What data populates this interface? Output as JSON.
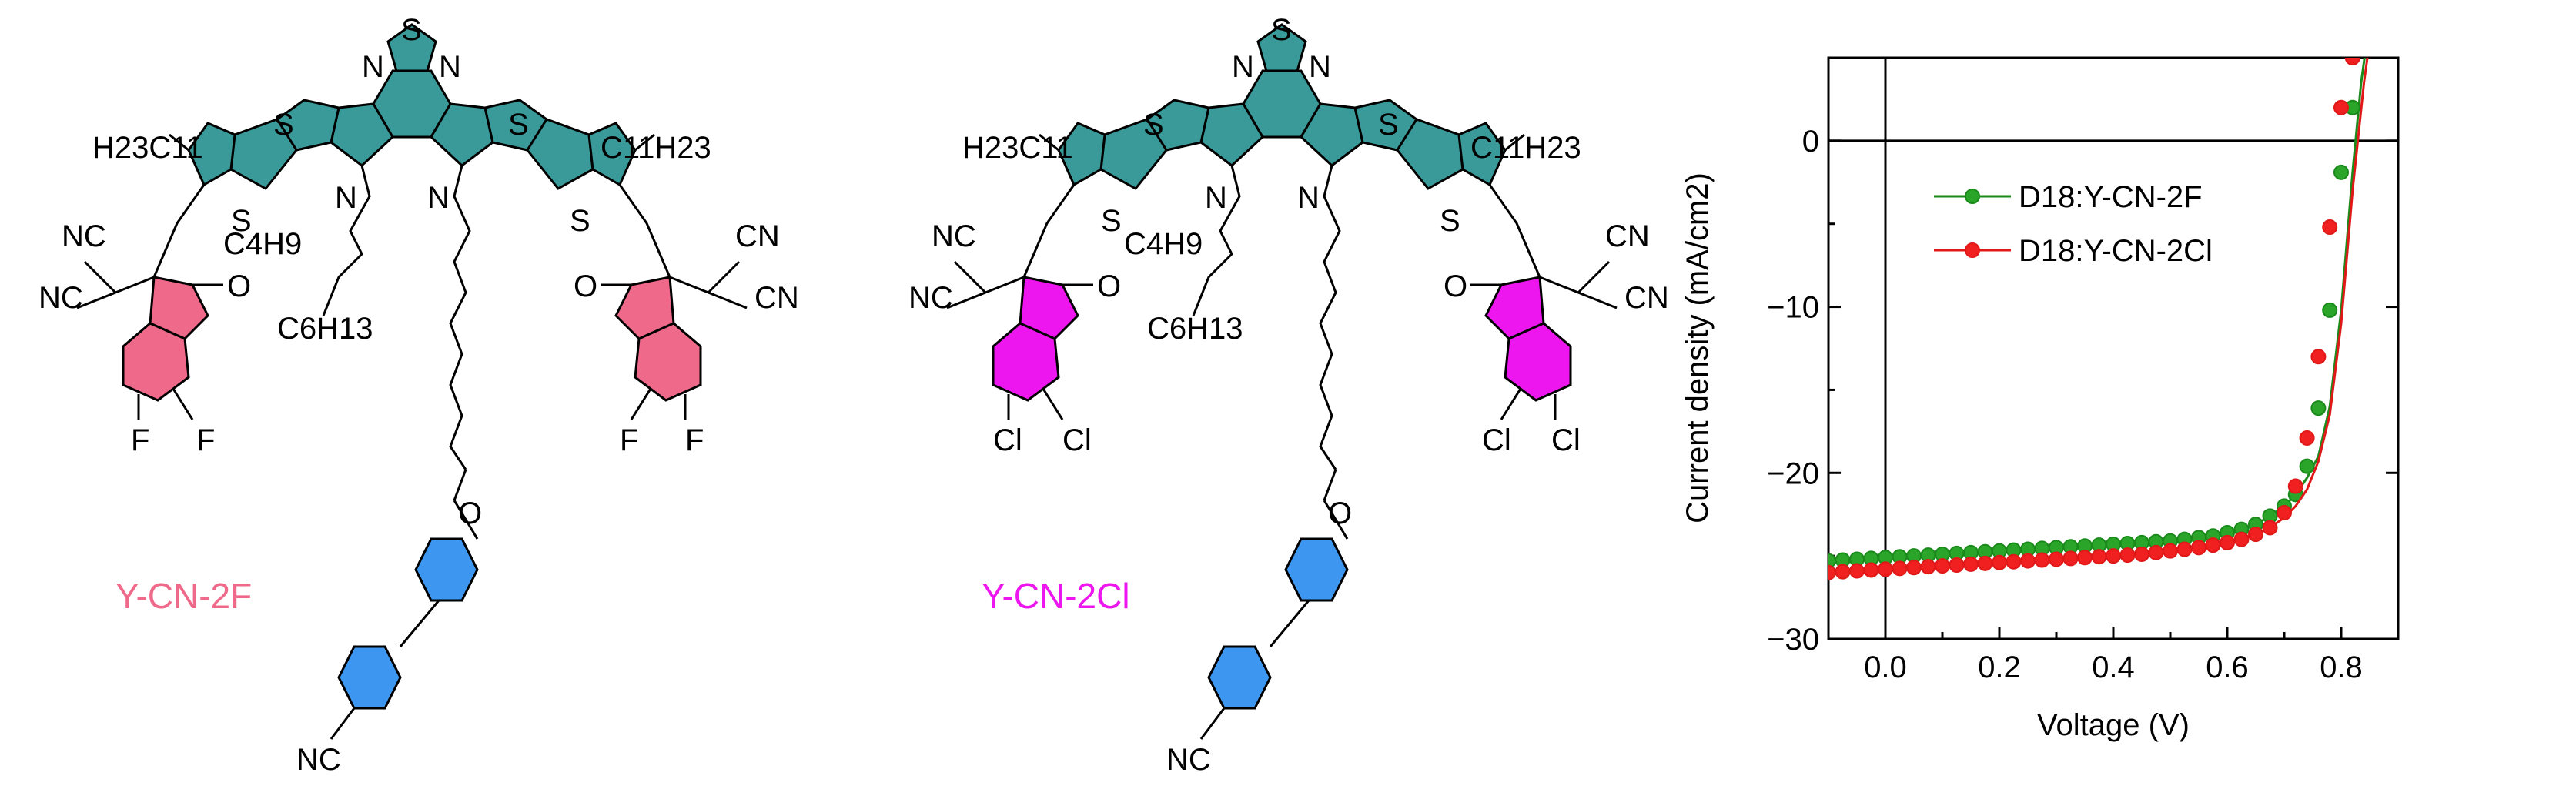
{
  "molecules": {
    "left": {
      "name": "Y-CN-2F",
      "name_color": "#ef6a8a",
      "end_group_color": "#ef6a8a",
      "core_color": "#3a9a99",
      "phenyl_color": "#3d96f0",
      "labels": {
        "s_top": "S",
        "n_top_left": "N",
        "n_top_right": "N",
        "s_left_upper": "S",
        "s_left_lower": "S",
        "s_right_upper": "S",
        "s_right_lower": "S",
        "n_left": "N",
        "n_right": "N",
        "alkyl_left": "H23C11",
        "alkyl_right": "C11H23",
        "branch_c4": "C4H9",
        "branch_c6": "C6H13",
        "nc_left_1": "NC",
        "nc_left_2": "NC",
        "cn_right_1": "CN",
        "cn_right_2": "CN",
        "o_left": "O",
        "o_right": "O",
        "o_chain": "O",
        "hal_left_1": "F",
        "hal_left_2": "F",
        "hal_right_1": "F",
        "hal_right_2": "F",
        "nc_bottom": "NC"
      }
    },
    "right": {
      "name": "Y-CN-2Cl",
      "name_color": "#ee16ee",
      "end_group_color": "#ee16ee",
      "core_color": "#3a9a99",
      "phenyl_color": "#3d96f0",
      "labels": {
        "s_top": "S",
        "n_top_left": "N",
        "n_top_right": "N",
        "s_left_upper": "S",
        "s_left_lower": "S",
        "s_right_upper": "S",
        "s_right_lower": "S",
        "n_left": "N",
        "n_right": "N",
        "alkyl_left": "H23C11",
        "alkyl_right": "C11H23",
        "branch_c4": "C4H9",
        "branch_c6": "C6H13",
        "nc_left_1": "NC",
        "nc_left_2": "NC",
        "cn_right_1": "CN",
        "cn_right_2": "CN",
        "o_left": "O",
        "o_right": "O",
        "o_chain": "O",
        "hal_left_1": "Cl",
        "hal_left_2": "Cl",
        "hal_right_1": "Cl",
        "hal_right_2": "Cl",
        "nc_bottom": "NC"
      }
    }
  },
  "chart_data": {
    "type": "line",
    "xlabel": "Voltage (V)",
    "ylabel": "Current density (mA/cm2)",
    "xlim": [
      -0.1,
      0.9
    ],
    "ylim": [
      -30,
      5
    ],
    "xticks": [
      0.0,
      0.2,
      0.4,
      0.6,
      0.8
    ],
    "xtick_labels": [
      "0.0",
      "0.2",
      "0.4",
      "0.6",
      "0.8"
    ],
    "yticks": [
      -30,
      -20,
      -10,
      0
    ],
    "ytick_labels": [
      "−30",
      "−20",
      "−10",
      "0"
    ],
    "reference_lines": {
      "x": 0,
      "y": 0
    },
    "legend_position": "upper-left",
    "series": [
      {
        "name": "D18:Y-CN-2F",
        "color": "#1a8a1a",
        "marker_fill": "#2aa52a",
        "x": [
          -0.1,
          -0.075,
          -0.05,
          -0.025,
          0.0,
          0.025,
          0.05,
          0.075,
          0.1,
          0.125,
          0.15,
          0.175,
          0.2,
          0.225,
          0.25,
          0.275,
          0.3,
          0.325,
          0.35,
          0.375,
          0.4,
          0.425,
          0.45,
          0.475,
          0.5,
          0.525,
          0.55,
          0.575,
          0.6,
          0.625,
          0.65,
          0.675,
          0.7,
          0.72,
          0.74,
          0.76,
          0.78,
          0.8,
          0.82,
          0.835,
          0.845
        ],
        "y": [
          -25.3,
          -25.25,
          -25.2,
          -25.15,
          -25.1,
          -25.05,
          -25.0,
          -24.95,
          -24.9,
          -24.85,
          -24.8,
          -24.75,
          -24.7,
          -24.65,
          -24.6,
          -24.55,
          -24.5,
          -24.45,
          -24.4,
          -24.35,
          -24.3,
          -24.25,
          -24.2,
          -24.15,
          -24.1,
          -24.0,
          -23.9,
          -23.8,
          -23.6,
          -23.4,
          -23.1,
          -22.6,
          -22.0,
          -21.3,
          -20.3,
          -19.0,
          -16.0,
          -10.2,
          -1.9,
          3.5,
          6.0
        ],
        "markers_x": [
          -0.1,
          -0.075,
          -0.05,
          -0.025,
          0.0,
          0.025,
          0.05,
          0.075,
          0.1,
          0.125,
          0.15,
          0.175,
          0.2,
          0.225,
          0.25,
          0.275,
          0.3,
          0.325,
          0.35,
          0.375,
          0.4,
          0.425,
          0.45,
          0.475,
          0.5,
          0.525,
          0.55,
          0.575,
          0.6,
          0.625,
          0.65,
          0.675,
          0.7,
          0.72,
          0.74,
          0.76,
          0.78,
          0.8,
          0.82
        ],
        "markers_y": [
          -25.3,
          -25.25,
          -25.2,
          -25.15,
          -25.1,
          -25.05,
          -25.0,
          -24.95,
          -24.9,
          -24.85,
          -24.8,
          -24.75,
          -24.7,
          -24.65,
          -24.6,
          -24.55,
          -24.5,
          -24.45,
          -24.4,
          -24.35,
          -24.3,
          -24.25,
          -24.2,
          -24.15,
          -24.1,
          -24.0,
          -23.9,
          -23.8,
          -23.6,
          -23.4,
          -23.1,
          -22.6,
          -22.0,
          -21.3,
          -19.6,
          -16.1,
          -10.2,
          -1.9,
          2.0
        ]
      },
      {
        "name": "D18:Y-CN-2Cl",
        "color": "#e01818",
        "marker_fill": "#f02020",
        "x": [
          -0.1,
          -0.075,
          -0.05,
          -0.025,
          0.0,
          0.025,
          0.05,
          0.075,
          0.1,
          0.125,
          0.15,
          0.175,
          0.2,
          0.225,
          0.25,
          0.275,
          0.3,
          0.325,
          0.35,
          0.375,
          0.4,
          0.425,
          0.45,
          0.475,
          0.5,
          0.525,
          0.55,
          0.575,
          0.6,
          0.625,
          0.65,
          0.675,
          0.7,
          0.72,
          0.74,
          0.76,
          0.78,
          0.8,
          0.82,
          0.84,
          0.85
        ],
        "y": [
          -26.0,
          -25.95,
          -25.9,
          -25.85,
          -25.8,
          -25.75,
          -25.7,
          -25.65,
          -25.6,
          -25.55,
          -25.5,
          -25.45,
          -25.4,
          -25.35,
          -25.3,
          -25.25,
          -25.2,
          -25.15,
          -25.1,
          -25.05,
          -25.0,
          -24.95,
          -24.9,
          -24.8,
          -24.7,
          -24.6,
          -24.5,
          -24.35,
          -24.2,
          -24.0,
          -23.7,
          -23.3,
          -22.7,
          -22.0,
          -21.0,
          -19.3,
          -16.5,
          -11.0,
          -3.0,
          3.5,
          6.0
        ],
        "markers_x": [
          -0.1,
          -0.075,
          -0.05,
          -0.025,
          0.0,
          0.025,
          0.05,
          0.075,
          0.1,
          0.125,
          0.15,
          0.175,
          0.2,
          0.225,
          0.25,
          0.275,
          0.3,
          0.325,
          0.35,
          0.375,
          0.4,
          0.425,
          0.45,
          0.475,
          0.5,
          0.525,
          0.55,
          0.575,
          0.6,
          0.625,
          0.65,
          0.675,
          0.7,
          0.72,
          0.74,
          0.76,
          0.78,
          0.8,
          0.82
        ],
        "markers_y": [
          -26.0,
          -25.95,
          -25.9,
          -25.85,
          -25.8,
          -25.75,
          -25.7,
          -25.65,
          -25.6,
          -25.55,
          -25.5,
          -25.45,
          -25.4,
          -25.35,
          -25.3,
          -25.25,
          -25.2,
          -25.15,
          -25.1,
          -25.05,
          -25.0,
          -24.95,
          -24.9,
          -24.8,
          -24.7,
          -24.6,
          -24.5,
          -24.35,
          -24.2,
          -24.0,
          -23.7,
          -23.3,
          -22.4,
          -20.8,
          -17.9,
          -13.0,
          -5.2,
          2.0,
          5.0
        ]
      }
    ]
  }
}
